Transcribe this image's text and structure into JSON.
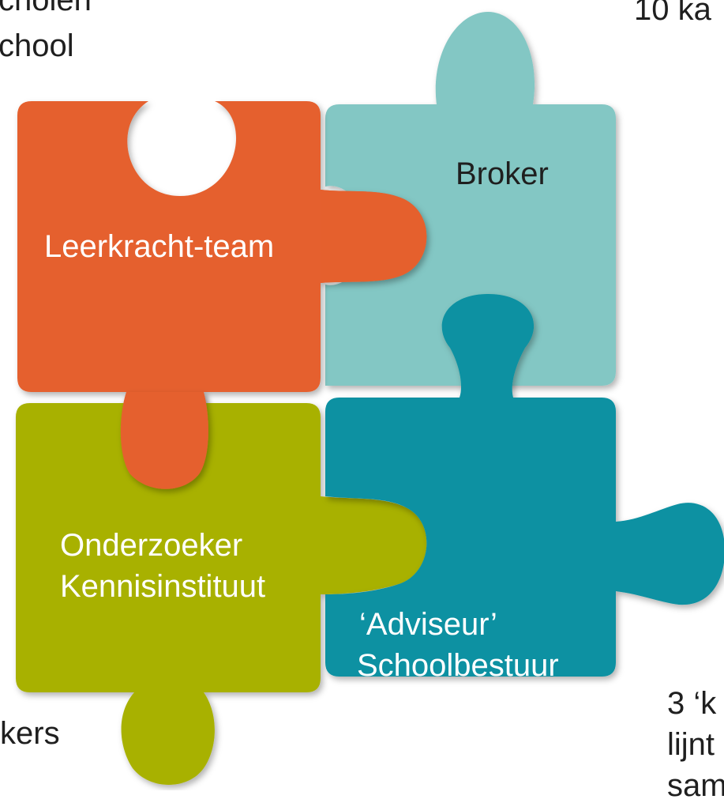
{
  "edge_texts": {
    "top_left_line1": "cholen",
    "top_left_line2": "chool",
    "top_right": "10 ka",
    "bottom_left": "kers",
    "bottom_right_line1": "3 ‘k",
    "bottom_right_line2": "lijnt",
    "bottom_right_line3": "sam"
  },
  "pieces": {
    "broker": {
      "label": "Broker",
      "color": "#83c7c4"
    },
    "leerkracht": {
      "label": "Leerkracht-team",
      "color": "#e5602d"
    },
    "onderzoeker": {
      "line1": "Onderzoeker",
      "line2": "Kennisinstituut",
      "color": "#a8b103"
    },
    "adviseur": {
      "line1": "‘Adviseur’",
      "line2": "Schoolbestuur",
      "color": "#0791a2"
    }
  }
}
